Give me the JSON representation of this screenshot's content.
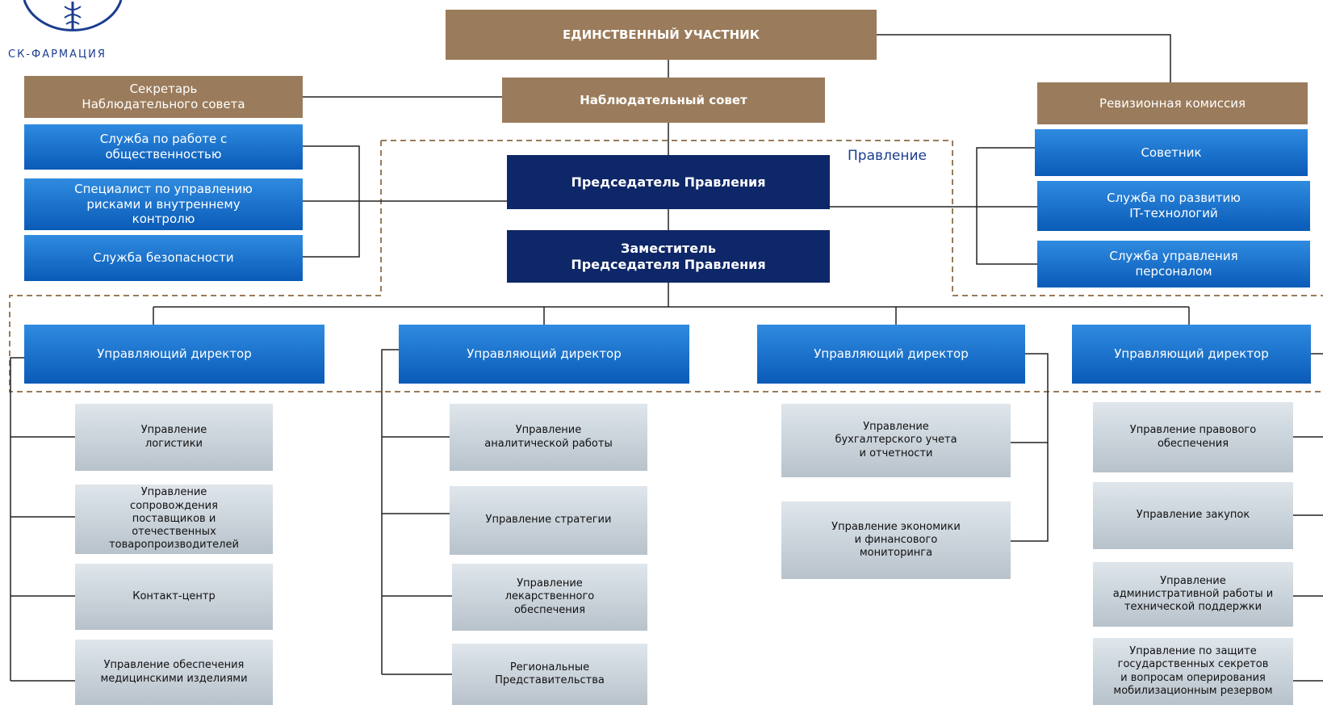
{
  "logo": {
    "name": "СК-ФАРМАЦИЯ"
  },
  "frame_label": "Правление",
  "nodes": {
    "sole_participant": "ЕДИНСТВЕННЫЙ УЧАСТНИК",
    "supervisory_board": "Наблюдательный совет",
    "secretary": "Секретарь\nНаблюдательного совета",
    "audit_commission": "Ревизионная комиссия",
    "pr_service": "Служба по работе с\nобщественностью",
    "risk_specialist": "Специалист по управлению\nрисками и  внутреннему\nконтролю",
    "security_service": "Служба безопасности",
    "advisor": "Советник",
    "it_service": "Служба по развитию\nIT-технологий",
    "hr_service": "Служба управления\nперсоналом",
    "chairman": "Председатель Правления",
    "deputy_chairman": "Заместитель\nПредседателя Правления",
    "director_1": "Управляющий директор",
    "director_2": "Управляющий директор",
    "director_3": "Управляющий директор",
    "director_4": "Управляющий директор"
  },
  "departments": {
    "col1": [
      "Управление\nлогистики",
      "Управление\nсопровождения\nпоставщиков и\nотечественных\nтоваропроизводителей",
      "Контакт-центр",
      "Управление обеспечения\nмедицинскими изделиями"
    ],
    "col2": [
      "Управление\nаналитической работы",
      "Управление стратегии",
      "Управление\nлекарственного\nобеспечения",
      "Региональные\nПредставительства"
    ],
    "col3": [
      "Управление\nбухгалтерского учета\nи отчетности",
      "Управление  экономики\nи финансового\nмониторинга"
    ],
    "col4": [
      "Управление правового\nобеспечения",
      "Управление закупок",
      "Управление\nадминистративной работы и\nтехнической поддержки",
      "Управление по защите\nгосударственных секретов\nи вопросам оперирования\nмобилизационным резервом"
    ]
  },
  "colors": {
    "brown": "#9a7b5b",
    "blue": "#0a5bb7",
    "navy": "#0e2768",
    "grey": "#c9d1d9",
    "frame": "#9a7b5b"
  }
}
